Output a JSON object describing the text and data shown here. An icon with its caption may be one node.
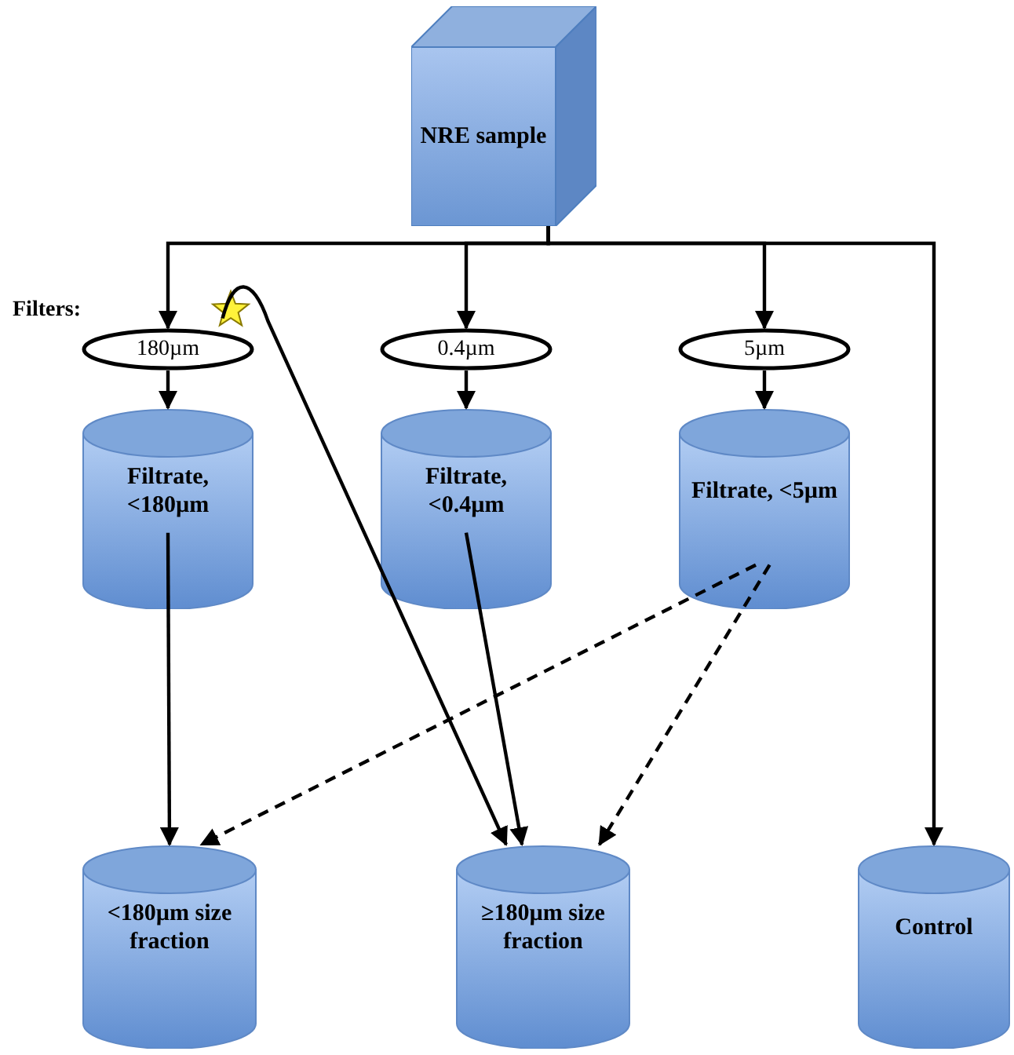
{
  "diagram": {
    "nodes": [
      {
        "text": [
          "NRE sample"
        ]
      },
      {
        "text": [
          "180µm"
        ]
      },
      {
        "text": [
          "0.4µm"
        ]
      },
      {
        "text": [
          "5µm"
        ]
      },
      {
        "text": [
          "Filtrate, <180µm"
        ]
      },
      {
        "text": [
          "Filtrate, <0.4µm"
        ]
      },
      {
        "text": [
          "Filtrate, <5µm"
        ]
      },
      {
        "text": [
          "<180µm size fraction"
        ]
      },
      {
        "text": [
          "≥180µm size fraction"
        ]
      },
      {
        "text": [
          "Control"
        ]
      },
      {
        "text": [],
        "shape": "star"
      }
    ],
    "edges": [
      {
        "from": 0,
        "to": 1,
        "arrow": "to"
      },
      {
        "from": 0,
        "to": 2,
        "arrow": "to"
      },
      {
        "from": 0,
        "to": 3,
        "arrow": "to"
      },
      {
        "from": 0,
        "to": 9,
        "arrow": "to"
      },
      {
        "from": 1,
        "to": 4,
        "arrow": "to"
      },
      {
        "from": 2,
        "to": 5,
        "arrow": "to"
      },
      {
        "from": 3,
        "to": 6,
        "arrow": "to"
      },
      {
        "from": 4,
        "to": 7,
        "arrow": "to"
      },
      {
        "from": 10,
        "to": 8,
        "arrow": "to"
      },
      {
        "from": 5,
        "to": 8,
        "arrow": "to"
      },
      {
        "from": 6,
        "to": 7,
        "arrow": "to",
        "style": "dashed"
      },
      {
        "from": 6,
        "to": 8,
        "arrow": "to",
        "style": "dashed"
      }
    ],
    "labels": [
      "Filters:"
    ]
  }
}
